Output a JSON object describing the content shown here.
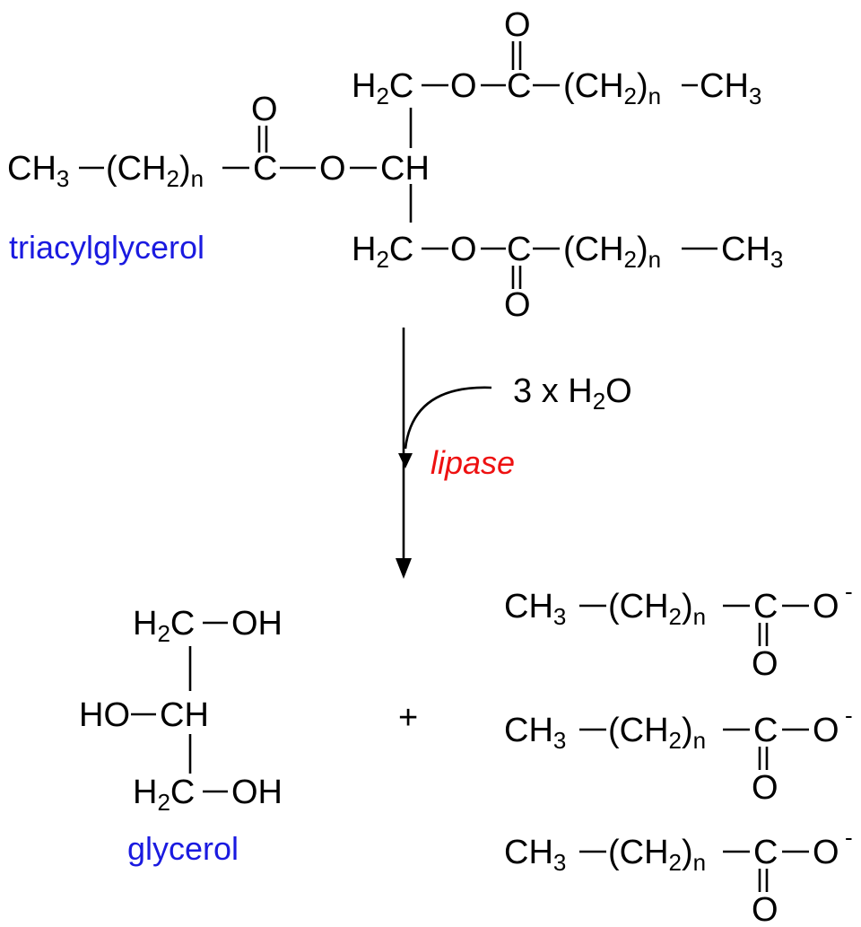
{
  "colors": {
    "ink": "#000000",
    "label_blue": "#1a1ae0",
    "enzyme_red": "#ee1111",
    "background": "#ffffff"
  },
  "triacylglycerol": {
    "label": "triacylglycerol",
    "top_chain": {
      "carbon": "H2C",
      "oxygen": "O",
      "carbonyl_c": "C",
      "carbonyl_o": "O",
      "chain": "(CH2)n",
      "end": "CH3"
    },
    "middle_chain": {
      "carbon": "CH",
      "oxygen": "O",
      "carbonyl_c": "C",
      "carbonyl_o": "O",
      "chain": "(CH2)n",
      "end": "CH3"
    },
    "bottom_chain": {
      "carbon": "H2C",
      "oxygen": "O",
      "carbonyl_c": "C",
      "carbonyl_o": "O",
      "chain": "(CH2)n",
      "end": "CH3"
    }
  },
  "reaction": {
    "reagent": "3 x H2O",
    "enzyme": "lipase"
  },
  "glycerol": {
    "label": "glycerol",
    "top": {
      "carbon": "H2C",
      "group": "OH"
    },
    "middle": {
      "carbon": "CH",
      "group": "HO"
    },
    "bottom": {
      "carbon": "H2C",
      "group": "OH"
    }
  },
  "plus_sign": "+",
  "fatty_acids": [
    {
      "start": "CH3",
      "chain": "(CH2)n",
      "carbonyl_c": "C",
      "oxygen": "O",
      "charge": "-",
      "carbonyl_o": "O"
    },
    {
      "start": "CH3",
      "chain": "(CH2)n",
      "carbonyl_c": "C",
      "oxygen": "O",
      "charge": "-",
      "carbonyl_o": "O"
    },
    {
      "start": "CH3",
      "chain": "(CH2)n",
      "carbonyl_c": "C",
      "oxygen": "O",
      "charge": "-",
      "carbonyl_o": "O"
    }
  ]
}
